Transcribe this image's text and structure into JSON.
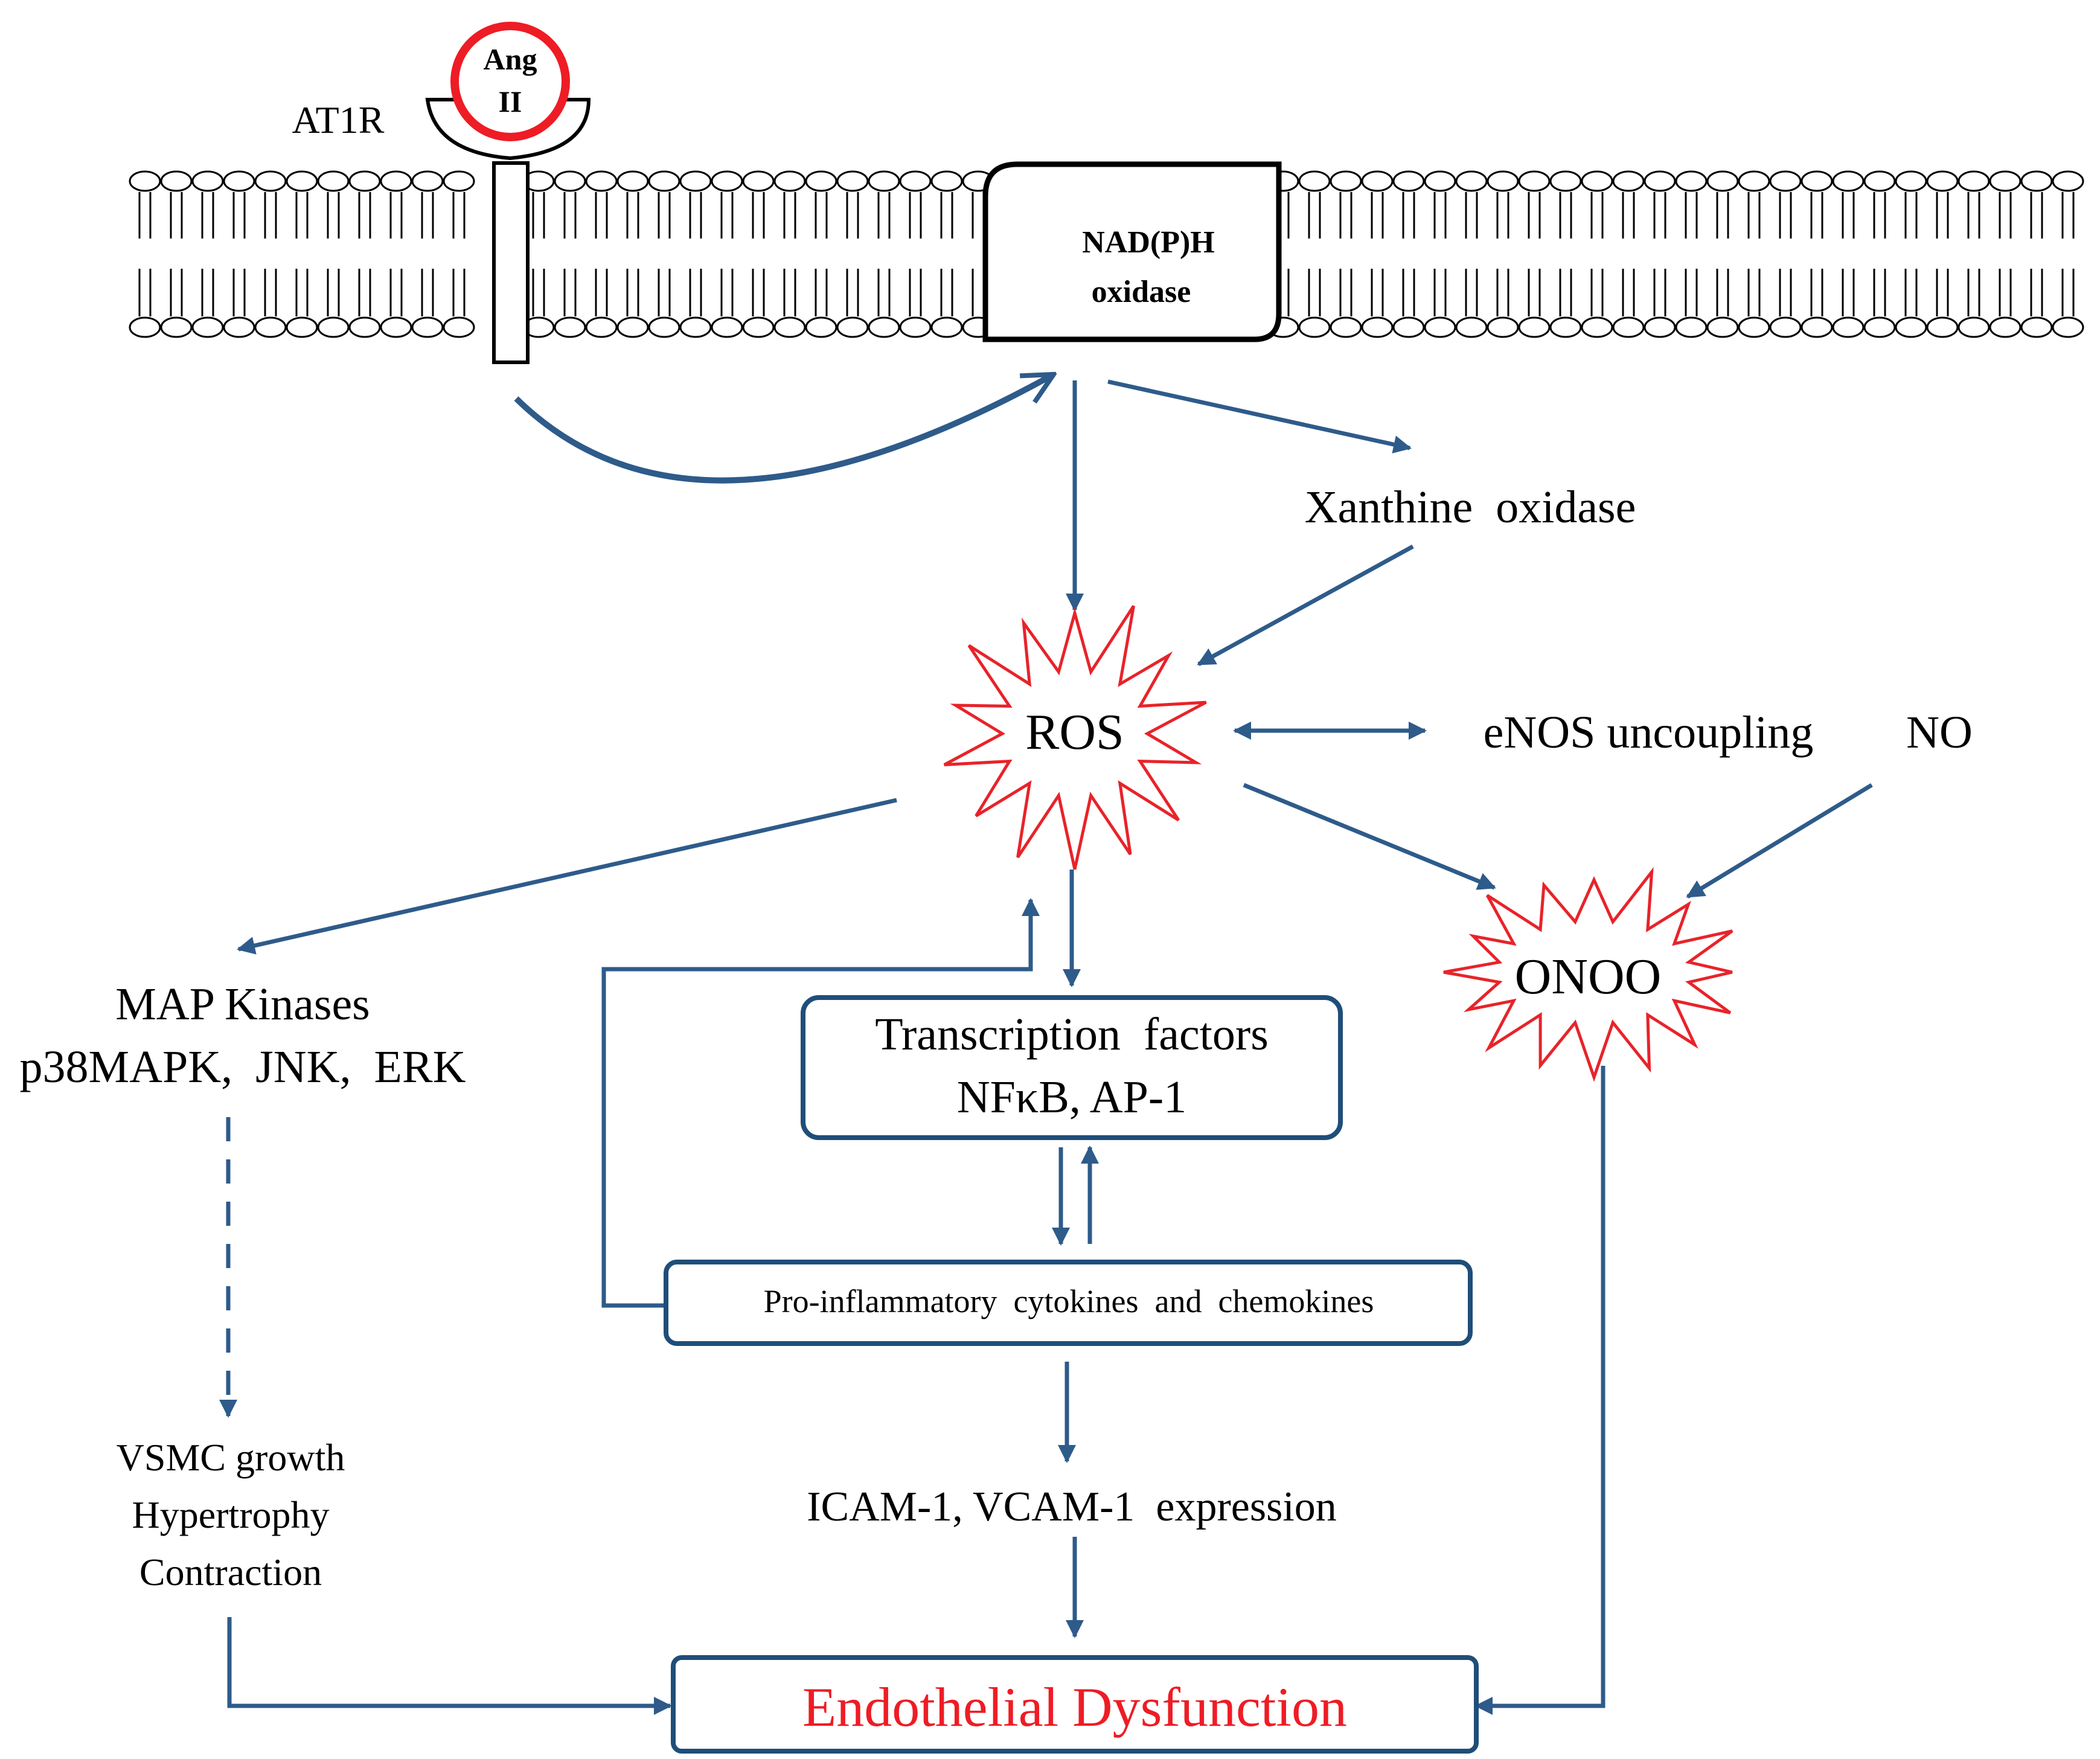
{
  "receptor": {
    "ligand_line1": "Ang",
    "ligand_line2": "II",
    "label": "AT1R"
  },
  "enzyme": {
    "line1": "NAD(P)H",
    "line2": "oxidase"
  },
  "xanthine": "Xanthine  oxidase",
  "ros": "ROS",
  "enos": "eNOS uncoupling",
  "no": "NO",
  "onoo": "ONOO",
  "mapk": {
    "line1": "MAP Kinases",
    "line2": "p38MAPK,  JNK,  ERK"
  },
  "tf": {
    "line1": "Transcription  factors",
    "line2": "NFκB, AP-1"
  },
  "cytokines": "Pro-inflammatory  cytokines  and  chemokines",
  "icam": "ICAM-1, VCAM-1  expression",
  "vsmc": {
    "line1": "VSMC growth",
    "line2": "Hypertrophy",
    "line3": "Contraction"
  },
  "endo": "Endothelial Dysfunction",
  "colors": {
    "arrow": "#2e5b8a",
    "box_border": "#1f4e79",
    "starburst": "#e8232a",
    "highlight_text": "#ee1c25",
    "text": "#000000"
  }
}
